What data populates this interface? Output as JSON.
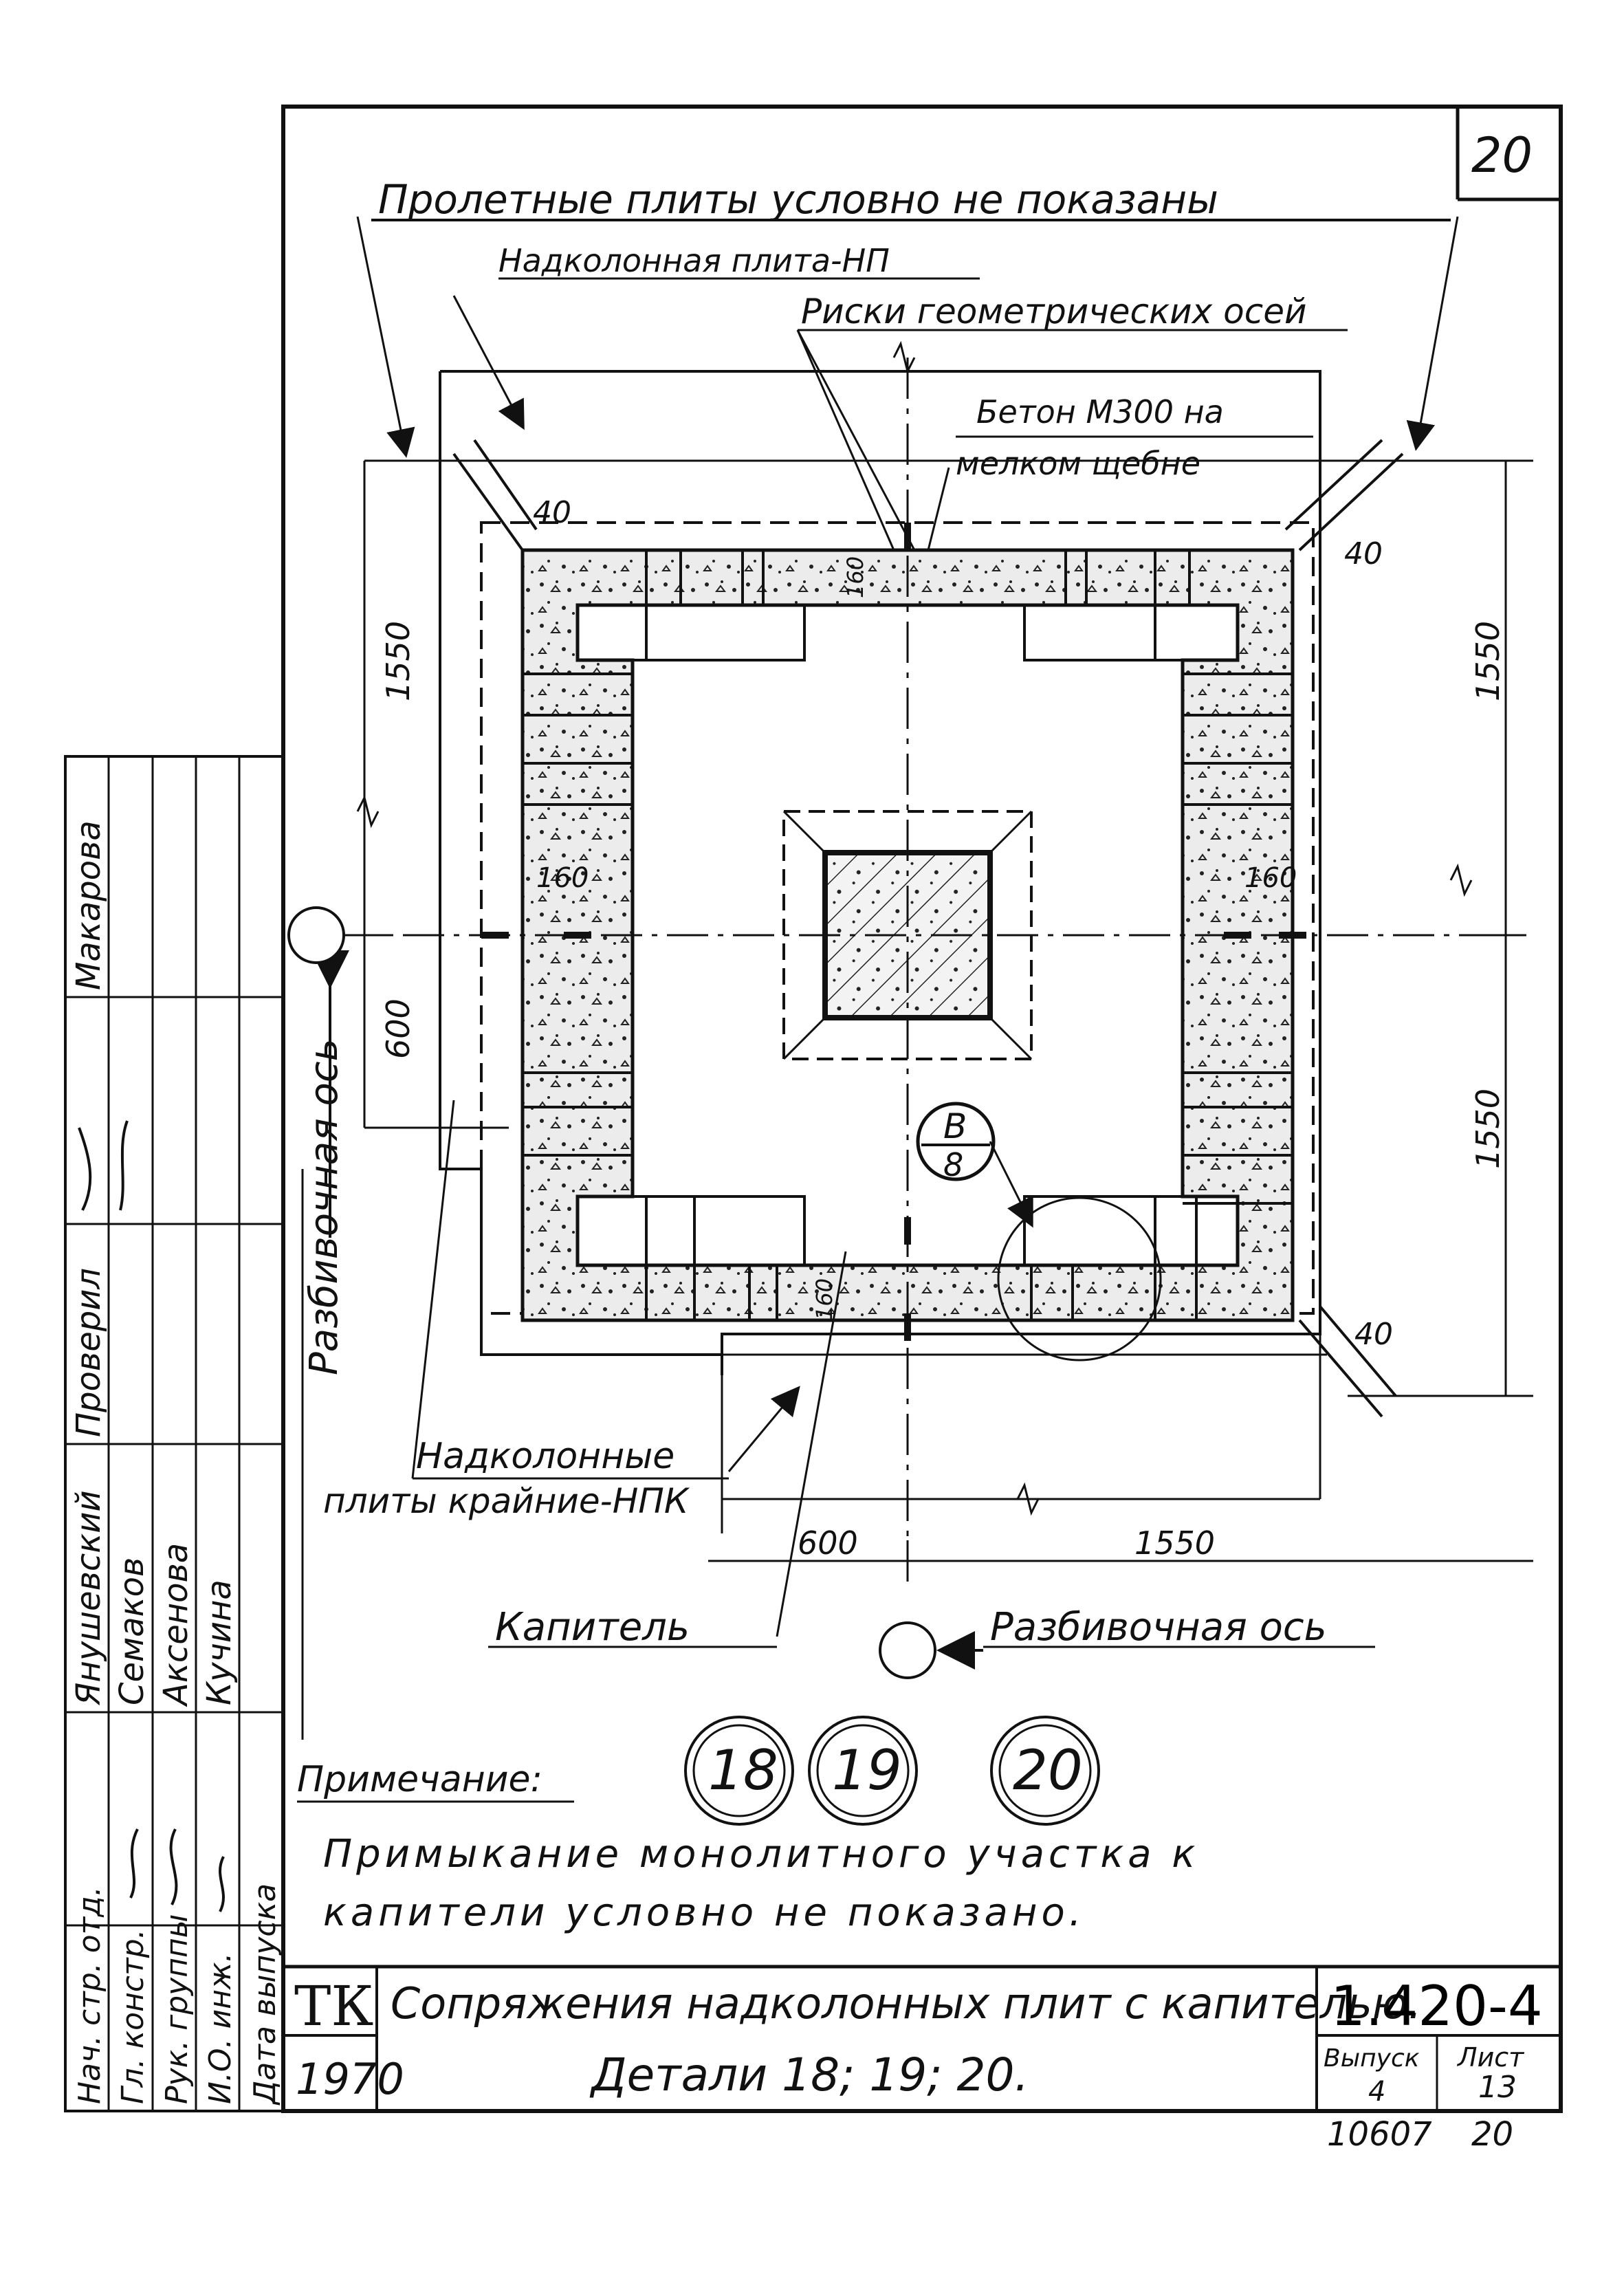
{
  "sheet": {
    "corner_number": "20"
  },
  "labels": {
    "spans_not_shown": "Пролетные плиты условно не показаны",
    "column_slab": "Надколонная плита-НП",
    "axis_marks": "Риски геометрических осей",
    "concrete_line1": "Бетон М300 на",
    "concrete_line2": "мелком щебне",
    "edge_slabs_line1": "Надколонные",
    "edge_slabs_line2": "плиты крайние-НПК",
    "capital": "Капитель",
    "layout_axis_bottom": "Разбивочная ось",
    "layout_axis_left": "Разбивочная ось",
    "detail_callout_top": "В",
    "detail_callout_bottom": "8"
  },
  "dimensions": {
    "left_upper": "1550",
    "left_lower": "600",
    "right_upper": "1550",
    "right_lower": "1550",
    "bottom_left": "600",
    "bottom_right": "1550",
    "gap_top_left": "40",
    "gap_top_right": "40",
    "gap_bottom_right": "40",
    "inner_left": "160",
    "inner_right": "160",
    "inner_top": "160",
    "inner_bottom": "160"
  },
  "details": [
    "18",
    "19",
    "20"
  ],
  "note": {
    "heading": "Примечание:",
    "line1": "Примыкание монолитного участка к",
    "line2": "капители условно не показано."
  },
  "signatures": {
    "roles": [
      "Нач. стр. отд.",
      "Гл. констр.",
      "Рук. группы",
      "И.О. инж.",
      "Дата выпуска"
    ],
    "names": [
      "Янушевский",
      "Семаков",
      "Аксенова",
      "Кучина"
    ],
    "checked_label": "Проверил",
    "checked_by": "Макарова"
  },
  "title_block": {
    "org": "ТК",
    "year": "1970",
    "title_line1": "Сопряжения надколонных плит с капителью.",
    "title_line2": "Детали 18; 19; 20.",
    "series": "1.420-4",
    "issue_label": "Выпуск",
    "issue": "4",
    "sheet_label": "Лист",
    "sheet": "13",
    "inventory": "10607",
    "page": "20"
  }
}
